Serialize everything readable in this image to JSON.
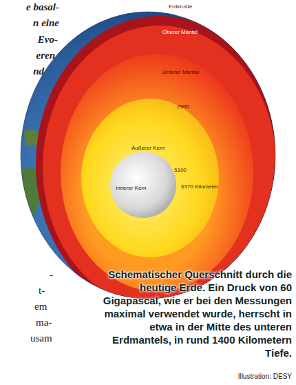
{
  "diagram": {
    "caption": "Schematischer Querschnitt durch die heutige Erde. Ein Druck von 60 Gigapascal, wie er bei den Messungen maximal verwendet wurde, herrscht in etwa in der Mitte des unteren Erdmantels, in rund 1400 Kilometern Tiefe.",
    "labels": [
      "e basal-",
      "n eine",
      "Evo-",
      "eren",
      "nd",
      "Erdkruste",
      "Oberer Mantel",
      "Unterer Mantel",
      "2900",
      "Äußerer Kern",
      "5100",
      "Innerer Kern",
      "6370 Kilometer",
      "-",
      "t-",
      "em",
      "ma-",
      "usam",
      "Illustration: DESY"
    ]
  }
}
